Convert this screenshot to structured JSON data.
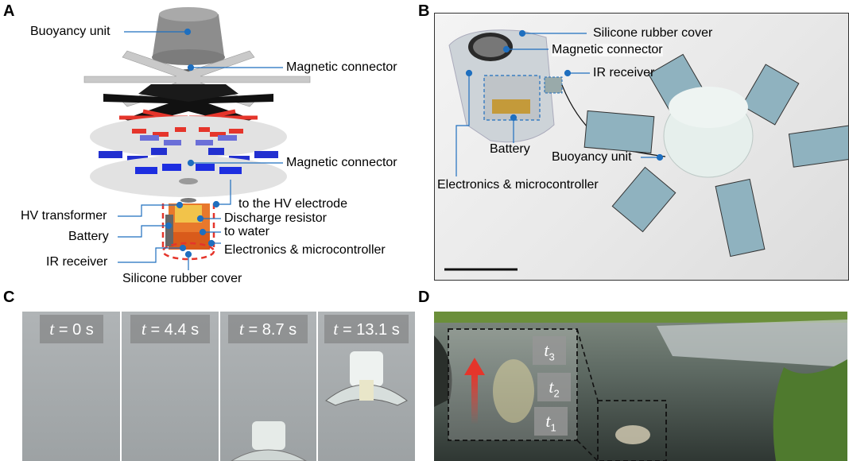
{
  "panels": {
    "a": "A",
    "b": "B",
    "c": "C",
    "d": "D"
  },
  "panel_a": {
    "buoyancy_unit": "Buoyancy unit",
    "magnetic_connector_top": "Magnetic connector",
    "magnetic_connector_mid": "Magnetic connector",
    "to_hv_electrode": "to the HV electrode",
    "hv_transformer": "HV transformer",
    "discharge_resistor": "Discharge resistor",
    "battery": "Battery",
    "to_water": "to water",
    "ir_receiver": "IR receiver",
    "electronics": "Electronics & microcontroller",
    "silicone_cover": "Silicone rubber cover"
  },
  "panel_b": {
    "silicone_cover": "Silicone rubber cover",
    "magnetic_connector": "Magnetic connector",
    "ir_receiver": "IR receiver",
    "battery": "Battery",
    "buoyancy_unit": "Buoyancy unit",
    "electronics": "Electronics & microcontroller"
  },
  "panel_c": {
    "frames": [
      {
        "var": "t",
        "text": " = 0 s"
      },
      {
        "var": "t",
        "text": " = 4.4 s"
      },
      {
        "var": "t",
        "text": " = 8.7 s"
      },
      {
        "var": "t",
        "text": " = 13.1 s"
      }
    ]
  },
  "panel_d": {
    "labels": [
      {
        "var": "t",
        "sub": "3"
      },
      {
        "var": "t",
        "sub": "2"
      },
      {
        "var": "t",
        "sub": "1"
      }
    ]
  },
  "colors": {
    "leader": "#1f6fbf",
    "accent_red": "#e5352b",
    "blue_parts": "#2230d0"
  }
}
